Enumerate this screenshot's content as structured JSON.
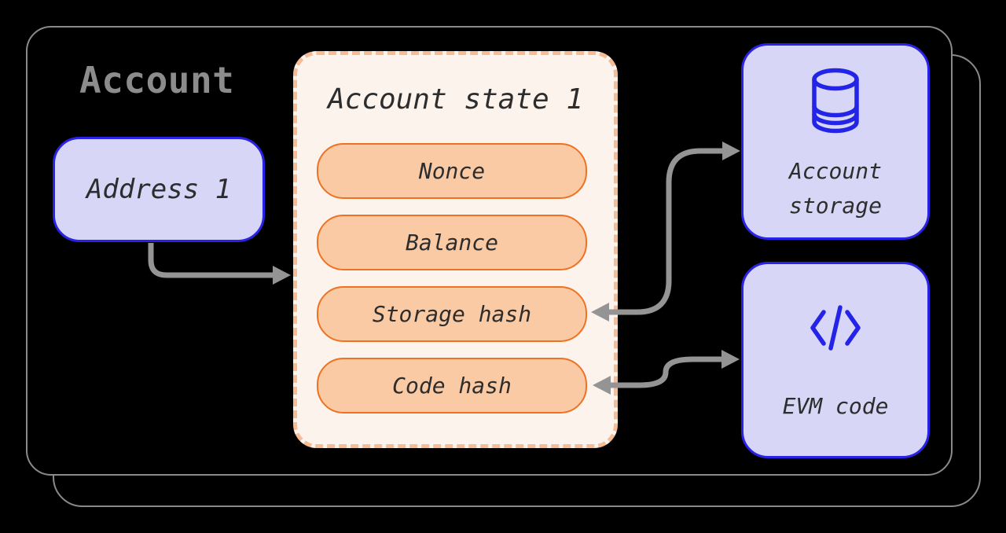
{
  "colors": {
    "background": "#000000",
    "container_border": "#8a8a8a",
    "title_gray": "#8c8c8c",
    "node_fill": "#d7d6f6",
    "node_border": "#2a22e4",
    "icon_blue": "#2424e8",
    "state_fill": "#fdf3ed",
    "state_border": "#f6bc95",
    "pill_fill": "#facaa4",
    "pill_border": "#ee7224",
    "text_dark": "#2d2d2d",
    "arrow_gray": "#949494"
  },
  "container": {
    "title": "Account"
  },
  "address_node": {
    "label": "Address 1"
  },
  "account_state": {
    "title": "Account state 1",
    "fields": [
      "Nonce",
      "Balance",
      "Storage hash",
      "Code hash"
    ]
  },
  "storage_node": {
    "icon": "database-icon",
    "label_line1": "Account",
    "label_line2": "storage"
  },
  "evm_node": {
    "icon": "code-icon",
    "label": "EVM code"
  },
  "arrows": [
    {
      "from": "address-node",
      "to": "account-state-box",
      "heads": "end"
    },
    {
      "from": "storage-hash-field",
      "to": "account-storage-node",
      "heads": "both"
    },
    {
      "from": "code-hash-field",
      "to": "evm-code-node",
      "heads": "both"
    }
  ]
}
